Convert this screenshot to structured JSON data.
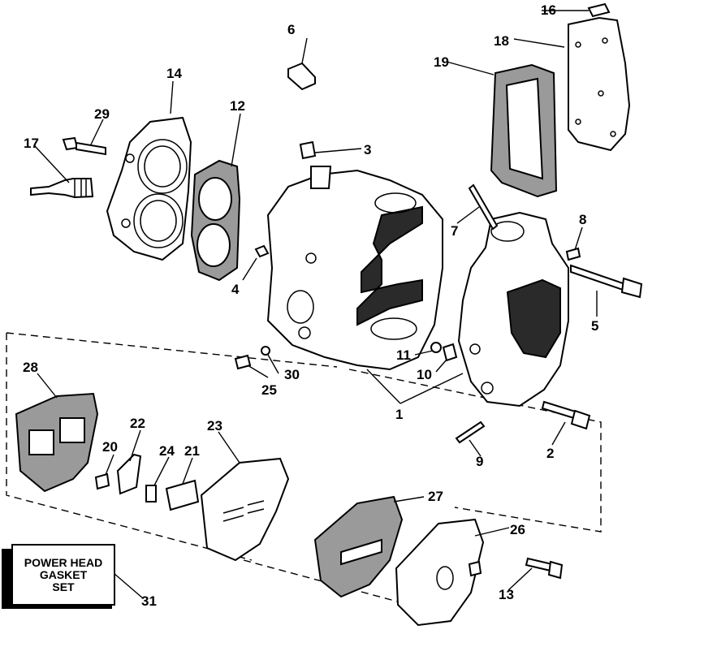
{
  "diagram": {
    "kit_label": {
      "line1": "POWER HEAD",
      "line2": "GASKET",
      "line3": "SET"
    },
    "callouts": {
      "c1": "1",
      "c2": "2",
      "c3": "3",
      "c4": "4",
      "c5": "5",
      "c6": "6",
      "c7": "7",
      "c8": "8",
      "c9": "9",
      "c10": "10",
      "c11": "11",
      "c12": "12",
      "c13": "13",
      "c14": "14",
      "c16": "16",
      "c17": "17",
      "c18": "18",
      "c19": "19",
      "c20": "20",
      "c21": "21",
      "c22": "22",
      "c23": "23",
      "c24": "24",
      "c25": "25",
      "c26": "26",
      "c27": "27",
      "c28": "28",
      "c29": "29",
      "c30": "30",
      "c31": "31"
    }
  }
}
